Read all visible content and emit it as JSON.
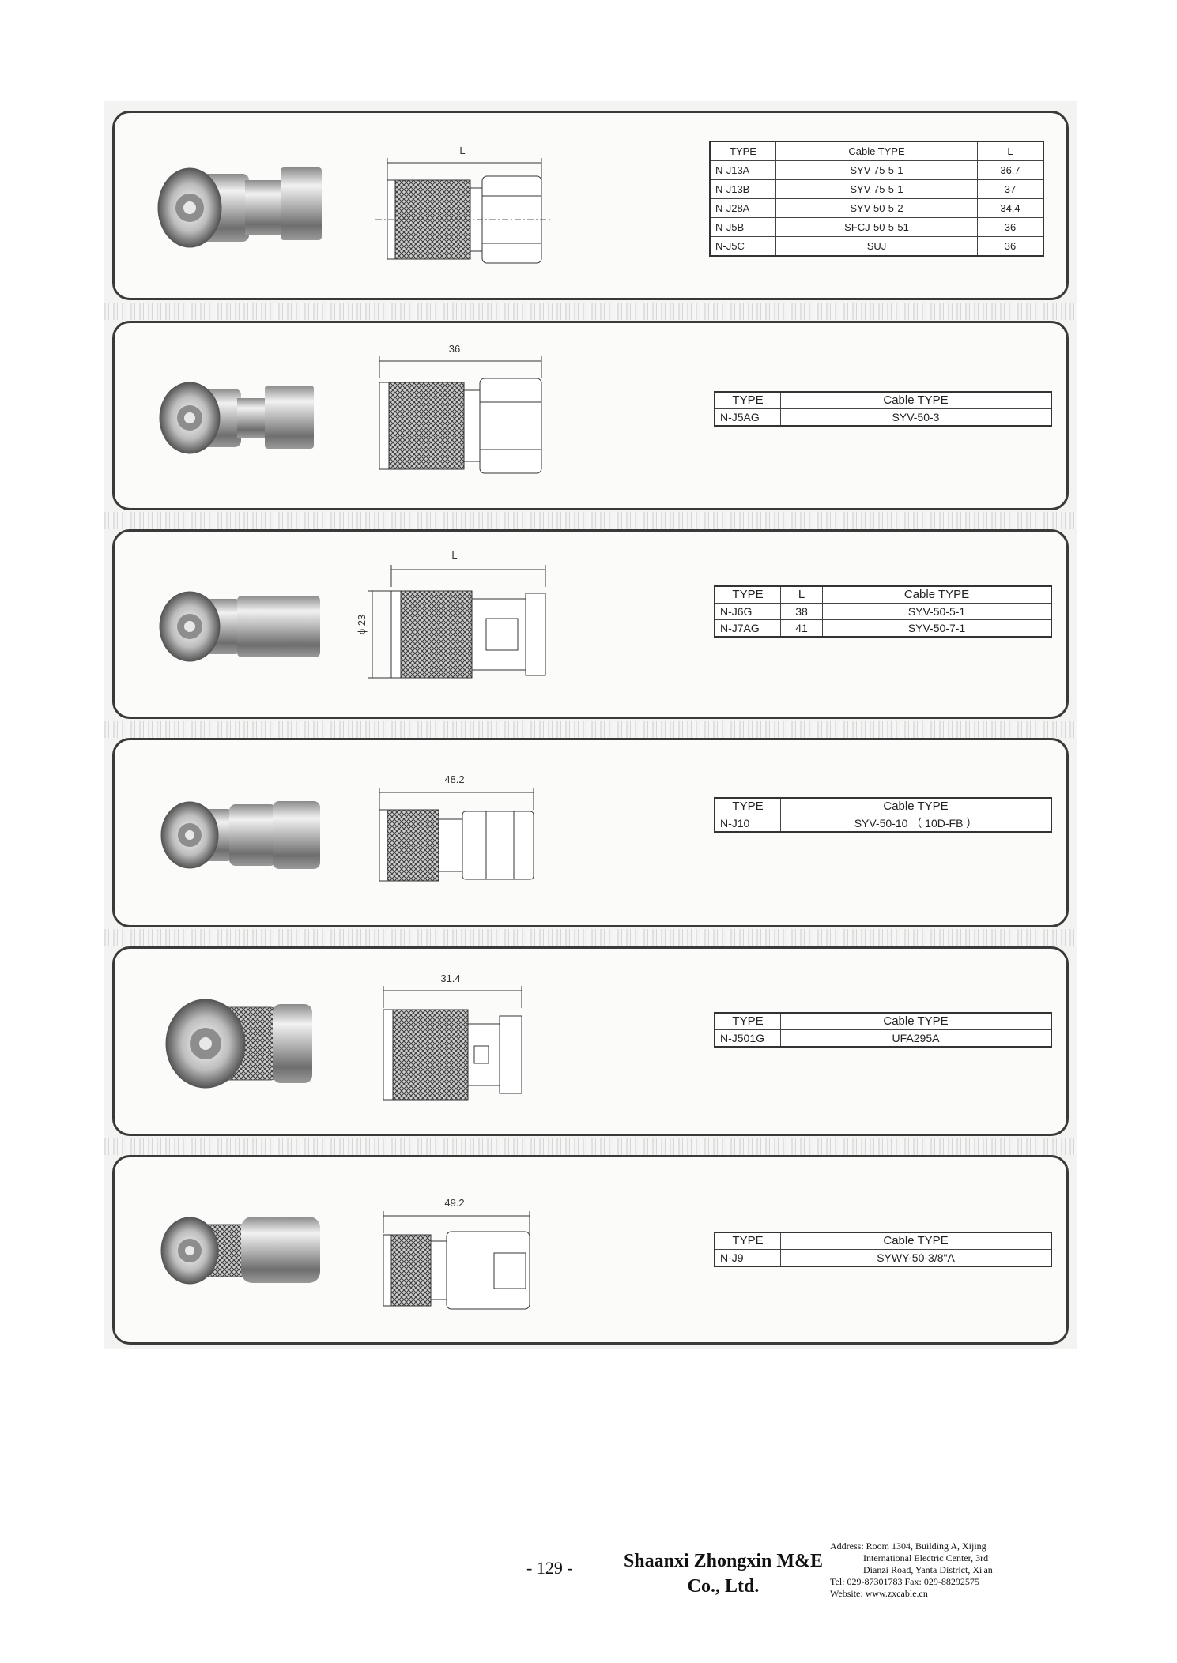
{
  "products": [
    {
      "dimension_label": "L",
      "table": {
        "headers": [
          "TYPE",
          "Cable TYPE",
          "L"
        ],
        "rows": [
          [
            "N-J13A",
            "SYV-75-5-1",
            "36.7"
          ],
          [
            "N-J13B",
            "SYV-75-5-1",
            "37"
          ],
          [
            "N-J28A",
            "SYV-50-5-2",
            "34.4"
          ],
          [
            "N-J5B",
            "SFCJ-50-5-51",
            "36"
          ],
          [
            "N-J5C",
            "SUJ",
            "36"
          ]
        ]
      }
    },
    {
      "dimension_label": "36",
      "table": {
        "headers": [
          "TYPE",
          "Cable TYPE"
        ],
        "rows": [
          [
            "N-J5AG",
            "SYV-50-3"
          ]
        ]
      }
    },
    {
      "dimension_label": "L",
      "diameter_label": "ϕ 23",
      "table": {
        "headers": [
          "TYPE",
          "L",
          "Cable TYPE"
        ],
        "rows": [
          [
            "N-J6G",
            "38",
            "SYV-50-5-1"
          ],
          [
            "N-J7AG",
            "41",
            "SYV-50-7-1"
          ]
        ]
      }
    },
    {
      "dimension_label": "48.2",
      "table": {
        "headers": [
          "TYPE",
          "Cable TYPE"
        ],
        "rows": [
          [
            "N-J10",
            "SYV-50-10 （ 10D-FB ）"
          ]
        ]
      }
    },
    {
      "dimension_label": "31.4",
      "table": {
        "headers": [
          "TYPE",
          "Cable TYPE"
        ],
        "rows": [
          [
            "N-J501G",
            "UFA295A"
          ]
        ]
      }
    },
    {
      "dimension_label": "49.2",
      "table": {
        "headers": [
          "TYPE",
          "Cable TYPE"
        ],
        "rows": [
          [
            "N-J9",
            "SYWY-50-3/8\"A"
          ]
        ]
      }
    }
  ],
  "footer": {
    "page_number": "- 129 -",
    "company_line1": "Shaanxi Zhongxin M&E",
    "company_line2": "Co., Ltd.",
    "address_lines": [
      "Address: Room 1304, Building A, Xijing",
      "International Electric Center, 3rd",
      "Dianzi Road, Yanta District, Xi'an",
      "Tel: 029-87301783    Fax: 029-88292575",
      "Website: www.zxcable.cn"
    ]
  },
  "colors": {
    "panel_border": "#3a3a3a",
    "metal_light": "#e6e6e6",
    "metal_dark": "#6a6a6a"
  }
}
